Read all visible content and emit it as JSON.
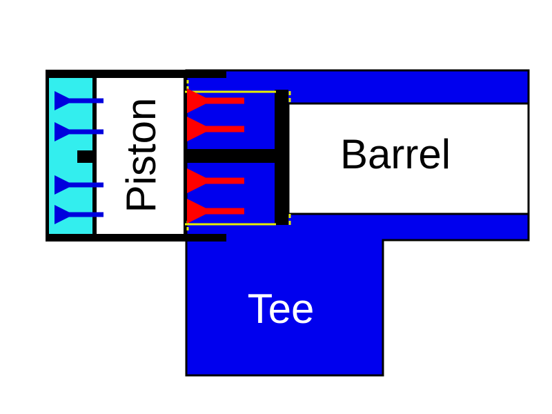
{
  "labels": {
    "piston": "Piston",
    "barrel": "Barrel",
    "tee": "Tee"
  },
  "colors": {
    "water": "#0000ee",
    "air_chamber": "#33eeee",
    "outline": "#000000",
    "background": "#ffffff",
    "label_dark": "#000000",
    "label_light": "#ffffff",
    "arrow_pressure": "#ff0000",
    "arrow_flow": "#0000dd",
    "seal": "#e6f000"
  },
  "icons": {
    "pressure_arrows": "arrow-left-icon",
    "flow_arrows": "arrow-left-icon"
  }
}
